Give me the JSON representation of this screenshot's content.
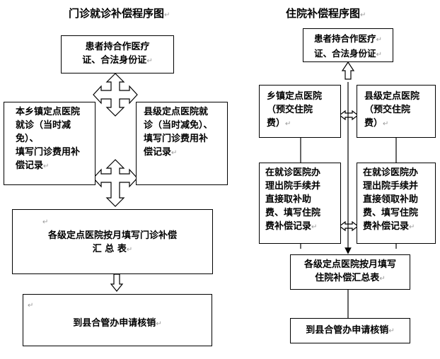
{
  "left": {
    "title": "门诊就诊补偿程序图",
    "box_patient": {
      "line1": "患者持合作医疗",
      "line2": "证、合法身份证"
    },
    "box_township": {
      "line1": "本乡镇定点医院",
      "line2": "就诊（当时减免）、",
      "line3": "填写门诊费用补",
      "line4": "偿记录"
    },
    "box_county": {
      "line1": "县级定点医院就",
      "line2": "诊（当时减免）、",
      "line3": "填写门诊费用补",
      "line4": "偿记录"
    },
    "box_summary": {
      "line1": "各级定点医院按月填写门诊补偿",
      "line2": "汇 总 表"
    },
    "box_apply": {
      "line1": "到县合管办申请核销"
    }
  },
  "right": {
    "title": "住院补偿程序图",
    "box_patient": {
      "line1": "患者持合作医疗",
      "line2": "证、合法身份证"
    },
    "box_township": {
      "line1": "乡镇定点医院",
      "line2": "（预交住院",
      "line3": "费）"
    },
    "box_county": {
      "line1": "县级定点医院",
      "line2": "（预交住院",
      "line3": "费）"
    },
    "box_township_discharge": {
      "line1": "在就诊医院办",
      "line2": "理出院手续并",
      "line3": "直接取补助",
      "line4": "费、填写住院",
      "line5": "费补偿记录"
    },
    "box_county_discharge": {
      "line1": "在就诊医院办",
      "line2": "理出院手续并",
      "line3": "直接领取补助",
      "line4": "费、填写住院",
      "line5": "费补偿记录"
    },
    "box_summary": {
      "line1": "各级定点医院按月填写",
      "line2": "住院补偿汇总表"
    },
    "box_apply": {
      "line1": "到县合管办申请核销"
    }
  }
}
